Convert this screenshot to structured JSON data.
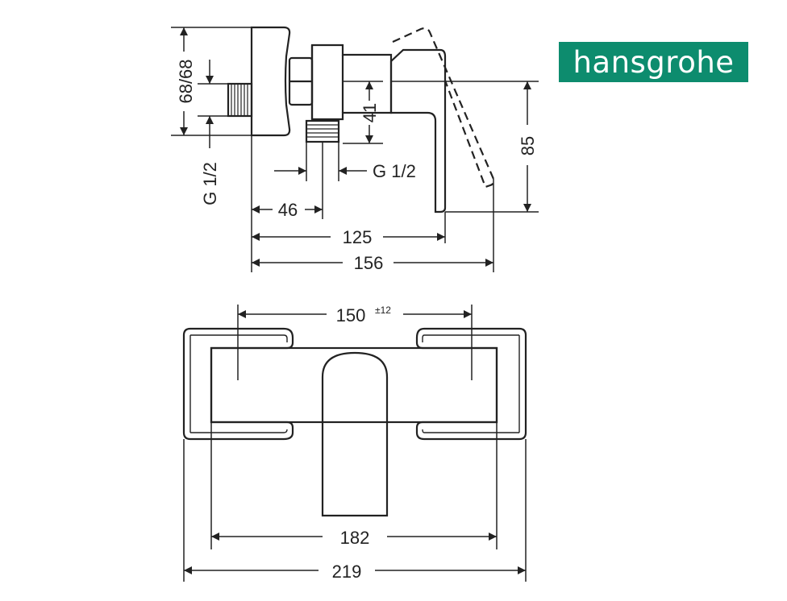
{
  "brand": {
    "name": "hansgrohe",
    "color": "#0d8c6e"
  },
  "side_view": {
    "dim_height_left": "68/68",
    "dim_thread_left": "G 1/2",
    "dim_thread_right": "G 1/2",
    "dim_41": "41",
    "dim_85": "85",
    "dim_46": "46",
    "dim_125": "125",
    "dim_156": "156"
  },
  "front_view": {
    "dim_150": "150",
    "dim_150_tol": "±12",
    "dim_182": "182",
    "dim_219": "219"
  },
  "line_color": "#222222"
}
